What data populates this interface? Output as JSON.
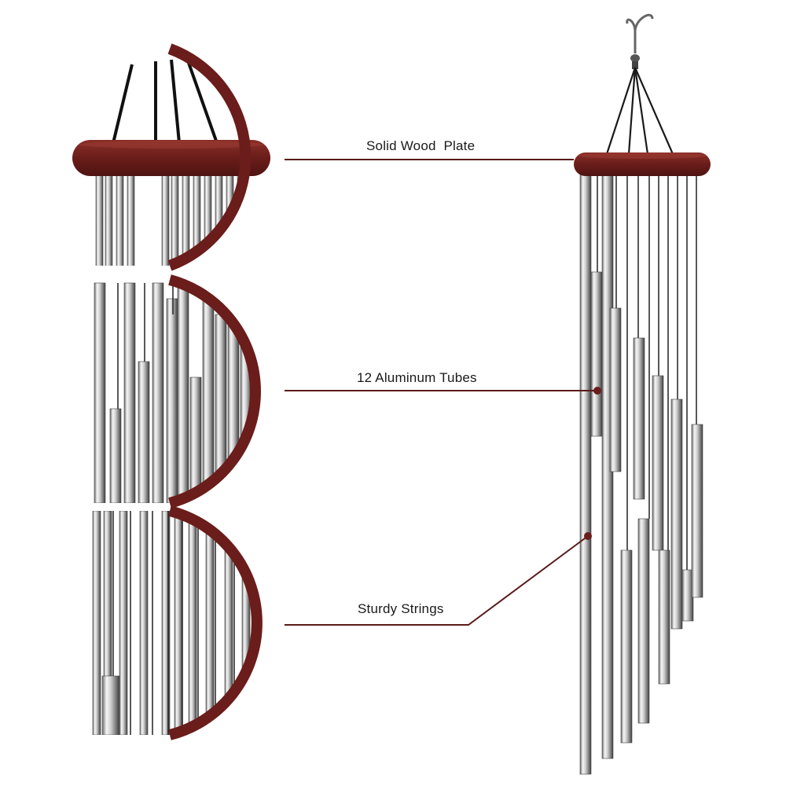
{
  "callouts": {
    "plate": "Solid Wood  Plate",
    "tubes": "12 Aluminum Tubes",
    "strings": "Sturdy Strings"
  },
  "colors": {
    "wood": "#6a1d1a",
    "wood_light": "#8a2f28",
    "leader_line": "#5a1a18",
    "tube_light": "#f4f4f4",
    "tube_dark": "#555555",
    "string": "#1a1a1a"
  }
}
